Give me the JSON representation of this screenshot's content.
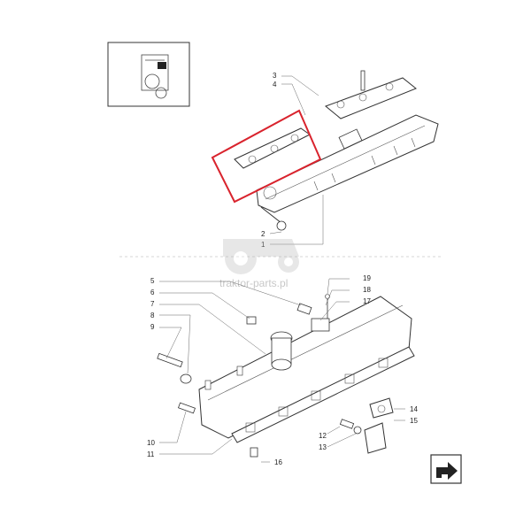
{
  "watermark": {
    "text": "traktor-parts.pl"
  },
  "callouts": {
    "top": [
      "3",
      "4",
      "2",
      "1"
    ],
    "bottom_left": [
      "5",
      "6",
      "7",
      "8",
      "9",
      "10",
      "11"
    ],
    "bottom_right": [
      "19",
      "18",
      "17",
      "14",
      "15",
      "12",
      "13",
      "16"
    ]
  },
  "colors": {
    "highlight_box": "#d9232d",
    "watermark": "#d0d0d0",
    "line": "#333333"
  },
  "icons": {
    "thumbnail": "engine-thumbnail-icon",
    "nav": "next-page-arrow-icon"
  }
}
